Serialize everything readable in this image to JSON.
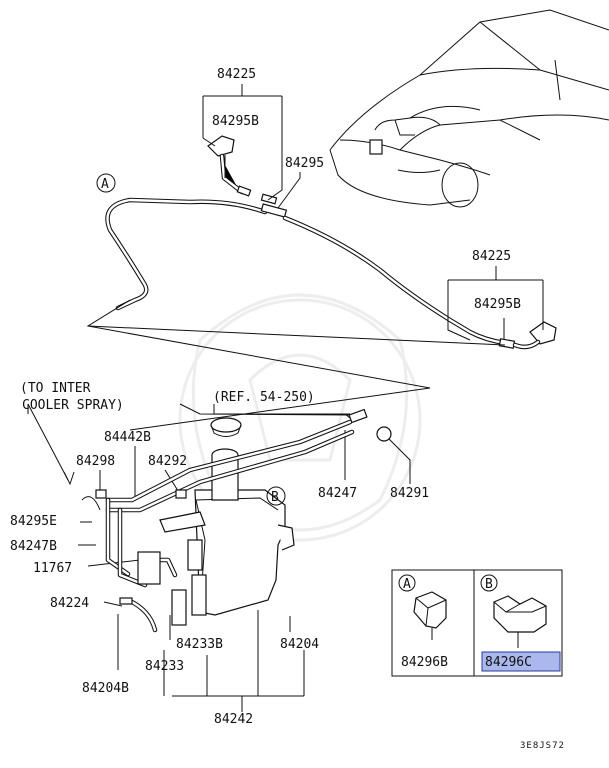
{
  "callouts": {
    "p84225_top": "84225",
    "p84295b_top": "84295B",
    "p84295": "84295",
    "p84225_right": "84225",
    "p84295b_right": "84295B",
    "ref_a": "A",
    "ref_b": "B",
    "to_inter_1": "(TO INTER",
    "to_inter_2": "COOLER SPRAY)",
    "ref_note": "(REF. 54-250)",
    "p84442b": "84442B",
    "p84298": "84298",
    "p84292": "84292",
    "p84247": "84247",
    "p84291": "84291",
    "p84295e": "84295E",
    "p84247b": "84247B",
    "p11767": "11767",
    "p84224": "84224",
    "p84233b": "84233B",
    "p84204": "84204",
    "p84233": "84233",
    "p84204b": "84204B",
    "p84242": "84242"
  },
  "inset": {
    "a_label": "A",
    "b_label": "B",
    "a_part": "84296B",
    "b_part": "84296C",
    "highlight_color": "#aab8ee"
  },
  "drawing_code": "3E8JS72"
}
